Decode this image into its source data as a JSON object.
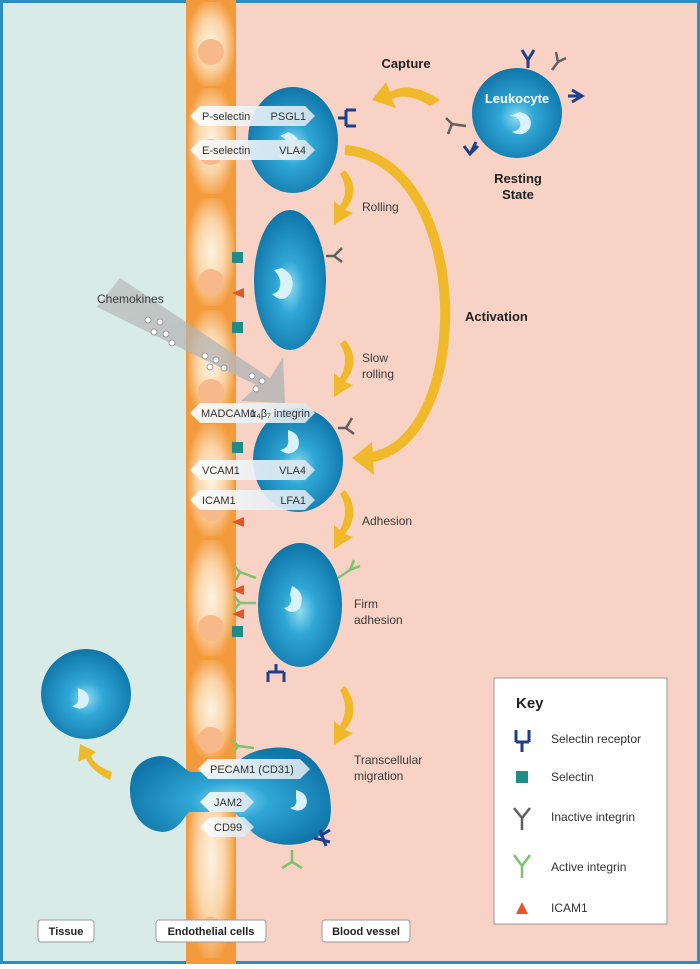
{
  "region_labels": {
    "tissue": "Tissue",
    "endothelial": "Endothelial cells",
    "blood": "Blood vessel"
  },
  "steps": {
    "capture": "Capture",
    "leukocyte": "Leukocyte",
    "resting_1": "Resting",
    "resting_2": "State",
    "rolling": "Rolling",
    "activation": "Activation",
    "slow_1": "Slow",
    "slow_2": "rolling",
    "adhesion": "Adhesion",
    "firm_1": "Firm",
    "firm_2": "adhesion",
    "trans_1": "Transcellular",
    "trans_2": "migration"
  },
  "chemokines": "Chemokines",
  "molecules": {
    "p_selectin": "P-selectin",
    "psgl1": "PSGL1",
    "e_selectin": "E-selectin",
    "vla4_1": "VLA4",
    "madcam1": "MADCAM1",
    "a4b7": "α₄β₇ integrin",
    "vcam1": "VCAM1",
    "vla4_2": "VLA4",
    "icam1": "ICAM1",
    "lfa1": "LFA1",
    "pecam1": "PECAM1 (CD31)",
    "jam2": "JAM2",
    "cd99": "CD99"
  },
  "key": {
    "title": "Key",
    "items": [
      "Selectin receptor",
      "Selectin",
      "Inactive integrin",
      "Active integrin",
      "ICAM1"
    ]
  },
  "colors": {
    "tissue": "#d8ebe6",
    "blood": "#f9d2c6",
    "endothelial": "#f39a3c",
    "cell": "#1b87c0",
    "arrow": "#f0b92a",
    "selectin_receptor": "#1f3f8a",
    "selectin": "#1f8c8a",
    "inactive_integrin": "#606060",
    "active_integrin": "#7cc36d",
    "icam1": "#e2562a"
  }
}
